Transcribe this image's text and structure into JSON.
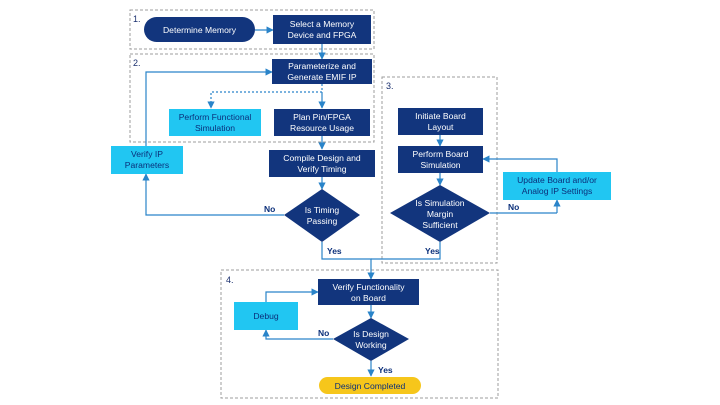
{
  "sections": {
    "s1": "1.",
    "s2": "2.",
    "s3": "3.",
    "s4": "4."
  },
  "nodes": {
    "determine_memory": "Determine Memory",
    "select_device": [
      "Select a Memory",
      "Device and FPGA"
    ],
    "parameterize": [
      "Parameterize and",
      "Generate EMIF IP"
    ],
    "perform_functional_sim": [
      "Perform Functional",
      "Simulation"
    ],
    "plan_pin": [
      "Plan Pin/FPGA",
      "Resource Usage"
    ],
    "verify_ip": [
      "Verify IP",
      "Parameters"
    ],
    "compile_design": [
      "Compile Design and",
      "Verify Timing"
    ],
    "is_timing_passing": [
      "Is Timing",
      "Passing"
    ],
    "initiate_board": [
      "Initiate Board",
      "Layout"
    ],
    "perform_board_sim": [
      "Perform Board",
      "Simulation"
    ],
    "is_sim_margin": [
      "Is Simulation",
      "Margin",
      "Sufficient"
    ],
    "update_board": [
      "Update Board and/or",
      "Analog IP Settings"
    ],
    "verify_functionality": [
      "Verify Functionality",
      "on Board"
    ],
    "debug": "Debug",
    "is_design_working": [
      "Is Design",
      "Working"
    ],
    "design_completed": "Design Completed"
  },
  "edge_labels": {
    "timing_no": "No",
    "timing_yes": "Yes",
    "margin_no": "No",
    "margin_yes": "Yes",
    "working_no": "No",
    "working_yes": "Yes"
  },
  "colors": {
    "dark_blue": "#12357d",
    "light_blue": "#21c6f2",
    "yellow": "#f6c61b",
    "arrow": "#2a84c9",
    "dash": "#9c9c9c"
  }
}
